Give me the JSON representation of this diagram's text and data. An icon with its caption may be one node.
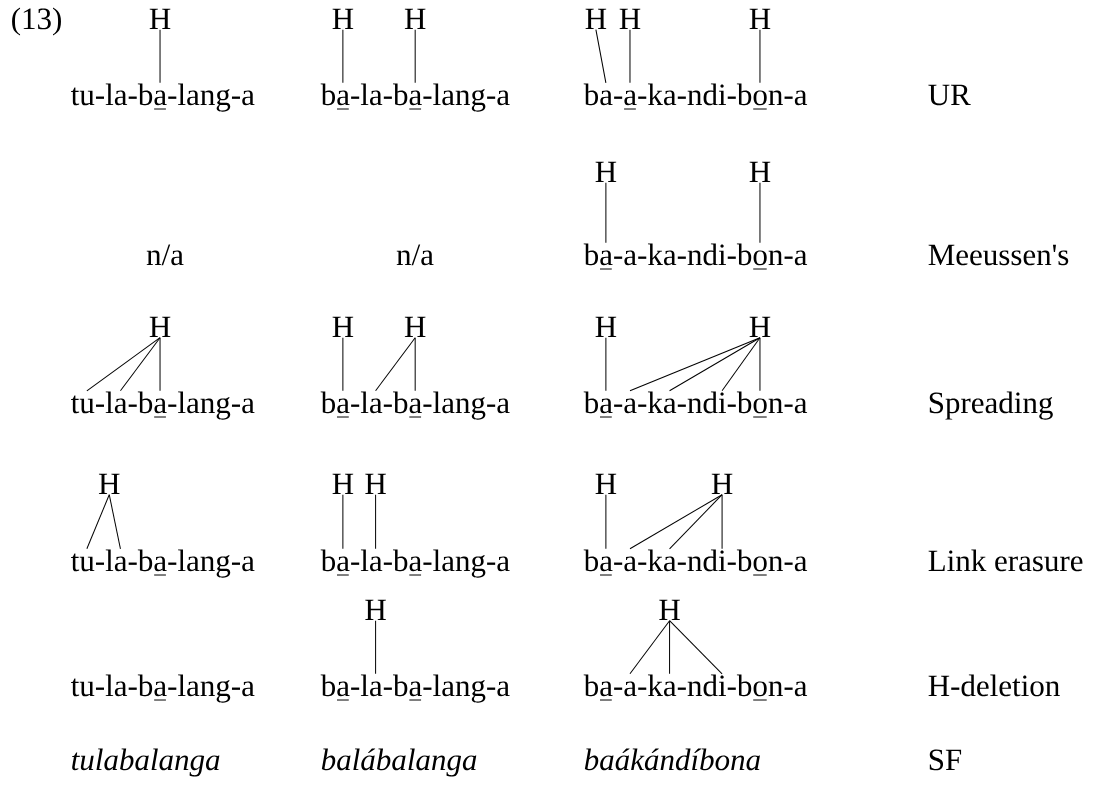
{
  "diagram": {
    "nodes": [
      {
        "text": [
          "H"
        ]
      },
      {
        "text": [
          "H"
        ]
      },
      {
        "text": [
          "H"
        ]
      },
      {
        "text": [
          "H"
        ]
      },
      {
        "text": [
          "H"
        ]
      },
      {
        "text": [
          "H"
        ]
      },
      {
        "text": [
          "tu-la-ba-lang-a"
        ]
      },
      {
        "text": [
          "ba-la-ba-lang-a"
        ]
      },
      {
        "text": [
          "ba-a-ka-ndi-bon-a"
        ]
      },
      {
        "text": [
          "H"
        ]
      },
      {
        "text": [
          "H"
        ]
      },
      {
        "text": [
          "ba-a-ka-ndi-bon-a"
        ]
      },
      {
        "text": [
          "H"
        ]
      },
      {
        "text": [
          "H"
        ]
      },
      {
        "text": [
          "H"
        ]
      },
      {
        "text": [
          "H"
        ]
      },
      {
        "text": [
          "H"
        ]
      },
      {
        "text": [
          "tu-la-ba-lang-a"
        ]
      },
      {
        "text": [
          "ba-la-ba-lang-a"
        ]
      },
      {
        "text": [
          "ba-a-ka-ndi-bon-a"
        ]
      },
      {
        "text": [
          "H"
        ]
      },
      {
        "text": [
          "H"
        ]
      },
      {
        "text": [
          "H"
        ]
      },
      {
        "text": [
          "H"
        ]
      },
      {
        "text": [
          "H"
        ]
      },
      {
        "text": [
          "tu-la-ba-lang-a"
        ]
      },
      {
        "text": [
          "ba-la-ba-lang-a"
        ]
      },
      {
        "text": [
          "ba-a-ka-ndi-bon-a"
        ]
      },
      {
        "text": [
          "H"
        ]
      },
      {
        "text": [
          "H"
        ]
      },
      {
        "text": [
          "tu-la-ba-lang-a"
        ]
      },
      {
        "text": [
          "ba-la-ba-lang-a"
        ]
      },
      {
        "text": [
          "ba-a-ka-ndi-bon-a"
        ]
      }
    ],
    "edges": [
      {
        "from": 0,
        "to": 6,
        "arrow": "none"
      },
      {
        "from": 1,
        "to": 7,
        "arrow": "none"
      },
      {
        "from": 2,
        "to": 7,
        "arrow": "none"
      },
      {
        "from": 3,
        "to": 8,
        "arrow": "none"
      },
      {
        "from": 4,
        "to": 8,
        "arrow": "none"
      },
      {
        "from": 5,
        "to": 8,
        "arrow": "none"
      },
      {
        "from": 9,
        "to": 11,
        "arrow": "none"
      },
      {
        "from": 10,
        "to": 11,
        "arrow": "none"
      },
      {
        "from": 12,
        "to": 17,
        "arrow": "none"
      },
      {
        "from": 12,
        "to": 17,
        "arrow": "none"
      },
      {
        "from": 12,
        "to": 17,
        "arrow": "none"
      },
      {
        "from": 13,
        "to": 18,
        "arrow": "none"
      },
      {
        "from": 14,
        "to": 18,
        "arrow": "none"
      },
      {
        "from": 14,
        "to": 18,
        "arrow": "none"
      },
      {
        "from": 15,
        "to": 19,
        "arrow": "none"
      },
      {
        "from": 16,
        "to": 19,
        "arrow": "none"
      },
      {
        "from": 16,
        "to": 19,
        "arrow": "none"
      },
      {
        "from": 16,
        "to": 19,
        "arrow": "none"
      },
      {
        "from": 16,
        "to": 19,
        "arrow": "none"
      },
      {
        "from": 20,
        "to": 25,
        "arrow": "none"
      },
      {
        "from": 20,
        "to": 25,
        "arrow": "none"
      },
      {
        "from": 21,
        "to": 26,
        "arrow": "none"
      },
      {
        "from": 22,
        "to": 26,
        "arrow": "none"
      },
      {
        "from": 23,
        "to": 27,
        "arrow": "none"
      },
      {
        "from": 24,
        "to": 27,
        "arrow": "none"
      },
      {
        "from": 24,
        "to": 27,
        "arrow": "none"
      },
      {
        "from": 24,
        "to": 27,
        "arrow": "none"
      },
      {
        "from": 28,
        "to": 31,
        "arrow": "none"
      },
      {
        "from": 29,
        "to": 32,
        "arrow": "none"
      },
      {
        "from": 29,
        "to": 32,
        "arrow": "none"
      },
      {
        "from": 29,
        "to": 32,
        "arrow": "none"
      }
    ],
    "labels": [
      "(13)",
      "UR",
      "n/a",
      "n/a",
      "Meeussen's",
      "Spreading",
      "Link erasure",
      "H-deletion",
      "tulabalanga",
      "balábalanga",
      "baákándíbona",
      "SF"
    ]
  }
}
